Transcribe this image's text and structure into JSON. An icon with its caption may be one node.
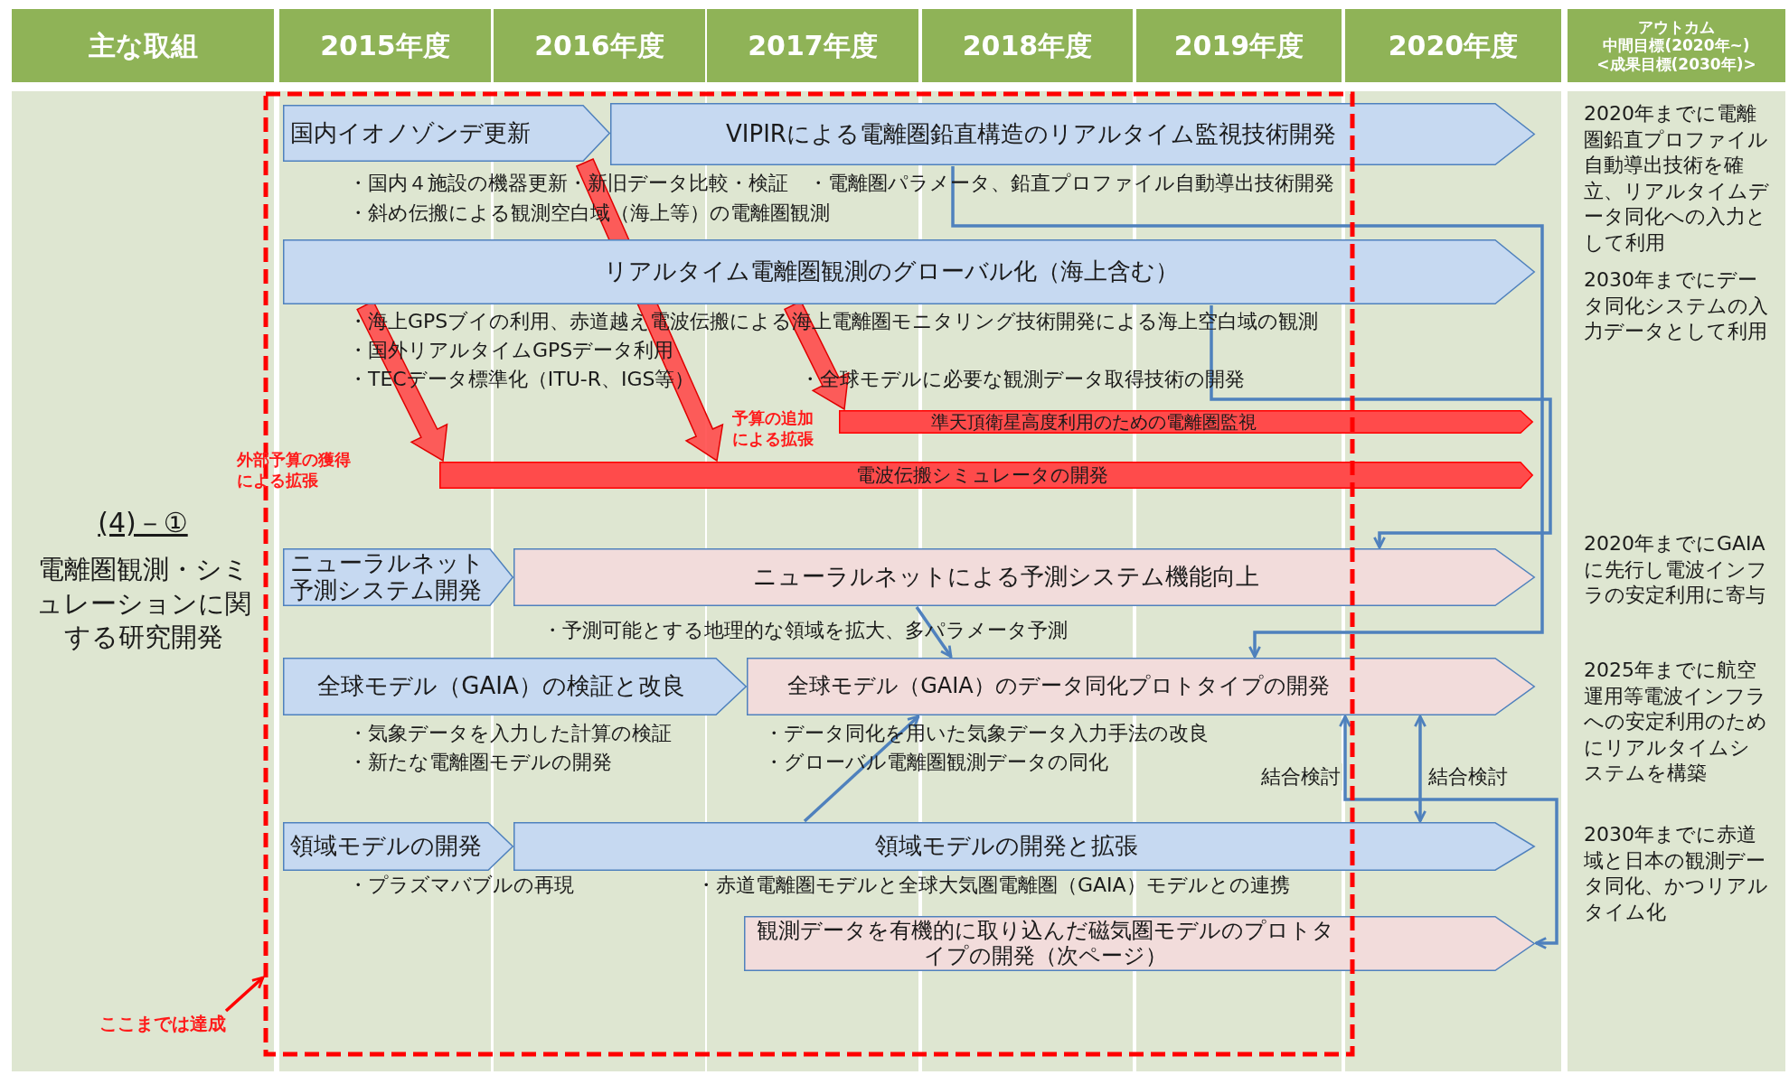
{
  "diagram": {
    "nodes": [
      {
        "text": [
          "国内イオノゾンデ更新"
        ]
      },
      {
        "text": [
          "VIPIRによる電離圏鉛直構造のリアルタイム監視技術開発"
        ]
      },
      {
        "text": [
          "リアルタイム電離圏観測のグローバル化（海上含む）"
        ]
      },
      {
        "text": [
          "準天頂衛星高度利用のための電離圏監視"
        ]
      },
      {
        "text": [
          "電波伝搬シミュレータの開発"
        ]
      },
      {
        "text": [
          "ニューラルネット予測システム開発"
        ]
      },
      {
        "text": [
          "ニューラルネットによる予測システム機能向上"
        ]
      },
      {
        "text": [
          "全球モデル（GAIA）の検証と改良"
        ]
      },
      {
        "text": [
          "全球モデル（GAIA）のデータ同化プロトタイプの開発"
        ]
      },
      {
        "text": [
          "領域モデルの開発"
        ]
      },
      {
        "text": [
          "領域モデルの開発と拡張"
        ]
      },
      {
        "text": [
          "観測データを有機的に取り込んだ磁気圏モデルのプロトタイプの開発（次ページ）"
        ]
      },
      {
        "text": [
          "ここまでは達成"
        ]
      }
    ],
    "edges": [
      {
        "from": 0,
        "to": 4,
        "arrow": "to",
        "style": "thick",
        "color": "#ff4b4b"
      },
      {
        "from": 2,
        "to": 4,
        "arrow": "to",
        "style": "thick",
        "color": "#ff4b4b"
      },
      {
        "from": 2,
        "to": 3,
        "arrow": "to",
        "style": "thick",
        "color": "#ff4b4b"
      },
      {
        "from": 1,
        "to": 8,
        "arrow": "to"
      },
      {
        "from": 2,
        "to": 6,
        "arrow": "to"
      },
      {
        "from": 6,
        "to": 8,
        "arrow": "to"
      },
      {
        "from": 10,
        "to": 8,
        "arrow": "to"
      },
      {
        "from": 8,
        "to": 11,
        "arrow": "both",
        "label": "結合検討"
      },
      {
        "from": 8,
        "to": 10,
        "arrow": "both",
        "label": "結合検討"
      },
      {
        "from": 12,
        "to": null,
        "arrow": "to",
        "color": "#ff0000"
      }
    ],
    "labels": [
      "主な取組",
      "2015年度",
      "2016年度",
      "2017年度",
      "2018年度",
      "2019年度",
      "2020年度",
      "アウトカム",
      "中間目標(2020年~)",
      "<成果目標(2030年)>",
      "(4)－①",
      "電離圏観測・シミュレーションに関する研究開発",
      "・国内４施設の機器更新・新旧データ比較・検証　・電離圏パラメータ、鉛直プロファイル自動導出技術開発",
      "・斜め伝搬による観測空白域（海上等）の電離圏観測",
      "2020年までに電離圏鉛直プロファイル自動導出技術を確立、リアルタイムデータ同化への入力として利用",
      "2030年までにデータ同化システムの入力データとして利用",
      "・海上GPSブイの利用、赤道越え電波伝搬による海上電離圏モニタリング技術開発による海上空白域の観測",
      "・国外リアルタイムGPSデータ利用",
      "・TECデータ標準化（ITU-R、IGS等）",
      "・全球モデルに必要な観測データ取得技術の開発",
      "予算の追加による拡張",
      "外部予算の獲得による拡張",
      "2020年までにGAIAに先行し電波インフラの安定利用に寄与",
      "・予測可能とする地理的な領域を拡大、多パラメータ予測",
      "2025年までに航空運用等電波インフラへの安定利用のためにリアルタイムシステムを構築",
      "・気象データを入力した計算の検証",
      "・データ同化を用いた気象データ入力手法の改良",
      "・新たな電離圏モデルの開発",
      "・グローバル電離圏観測データの同化",
      "2030年までに赤道域と日本の観測データ同化、かつリアルタイム化",
      "・プラズマバブルの再現",
      "・赤道電離圏モデルと全球大気圏電離圏（GAIA）モデルとの連携"
    ]
  }
}
